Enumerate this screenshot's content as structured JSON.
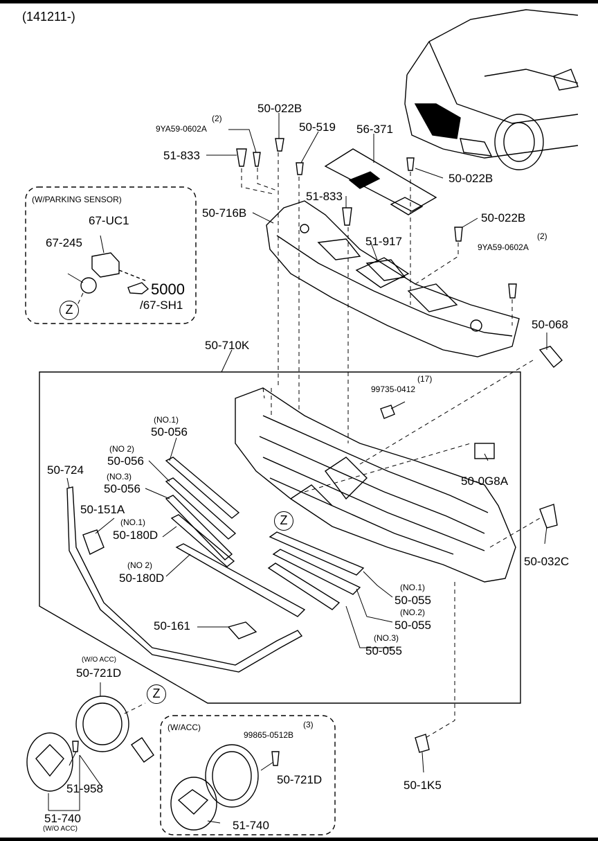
{
  "header": "(141211-)",
  "callouts": {
    "parking_sensor_title": "(W/PARKING SENSOR)",
    "w_acc_title": "(W/ACC)"
  },
  "parts": {
    "p50_022b_top": "50-022B",
    "p9ya59_qty_top": "(2)",
    "p9ya59_top": "9YA59-0602A",
    "p50_519": "50-519",
    "p56_371": "56-371",
    "p51_833_left": "51-833",
    "p50_022b_mid": "50-022B",
    "p67_uc1": "67-UC1",
    "p67_245": "67-245",
    "p5000": "5000",
    "p67_sh1": "/67-SH1",
    "p50_716b": "50-716B",
    "p51_833_mid": "51-833",
    "p51_917": "51-917",
    "p50_022b_right": "50-022B",
    "p9ya59_qty_right": "(2)",
    "p9ya59_right": "9YA59-0602A",
    "p50_068": "50-068",
    "p50_710k": "50-710K",
    "p99735_qty": "(17)",
    "p99735": "99735-0412",
    "p50_056_no1_tag": "(NO.1)",
    "p50_056_no1": "50-056",
    "p50_056_no2_tag": "(NO 2)",
    "p50_056_no2": "50-056",
    "p50_056_no3_tag": "(NO.3)",
    "p50_056_no3": "50-056",
    "p50_0g8a": "50-0G8A",
    "p50_724": "50-724",
    "p50_151a": "50-151A",
    "p50_180d_no1_tag": "(NO.1)",
    "p50_180d_no1": "50-180D",
    "p50_180d_no2_tag": "(NO 2)",
    "p50_180d_no2": "50-180D",
    "p50_032c": "50-032C",
    "p50_055_no1_tag": "(NO.1)",
    "p50_055_no1": "50-055",
    "p50_055_no2_tag": "(NO.2)",
    "p50_055_no2": "50-055",
    "p50_055_no3_tag": "(NO.3)",
    "p50_055_no3": "50-055",
    "p50_161": "50-161",
    "p50_721d_woacc_tag": "(W/O ACC)",
    "p50_721d_woacc": "50-721D",
    "p99865_qty": "(3)",
    "p99865": "99865-0512B",
    "p50_721d_acc": "50-721D",
    "p51_958": "51-958",
    "p51_740_woacc": "51-740",
    "p51_740_woacc_tag": "(W/O ACC)",
    "p51_740_acc": "51-740",
    "p50_1k5": "50-1K5"
  },
  "zone_marks": {
    "z_sensor": "Z",
    "z_grille": "Z",
    "z_emblem": "Z"
  }
}
